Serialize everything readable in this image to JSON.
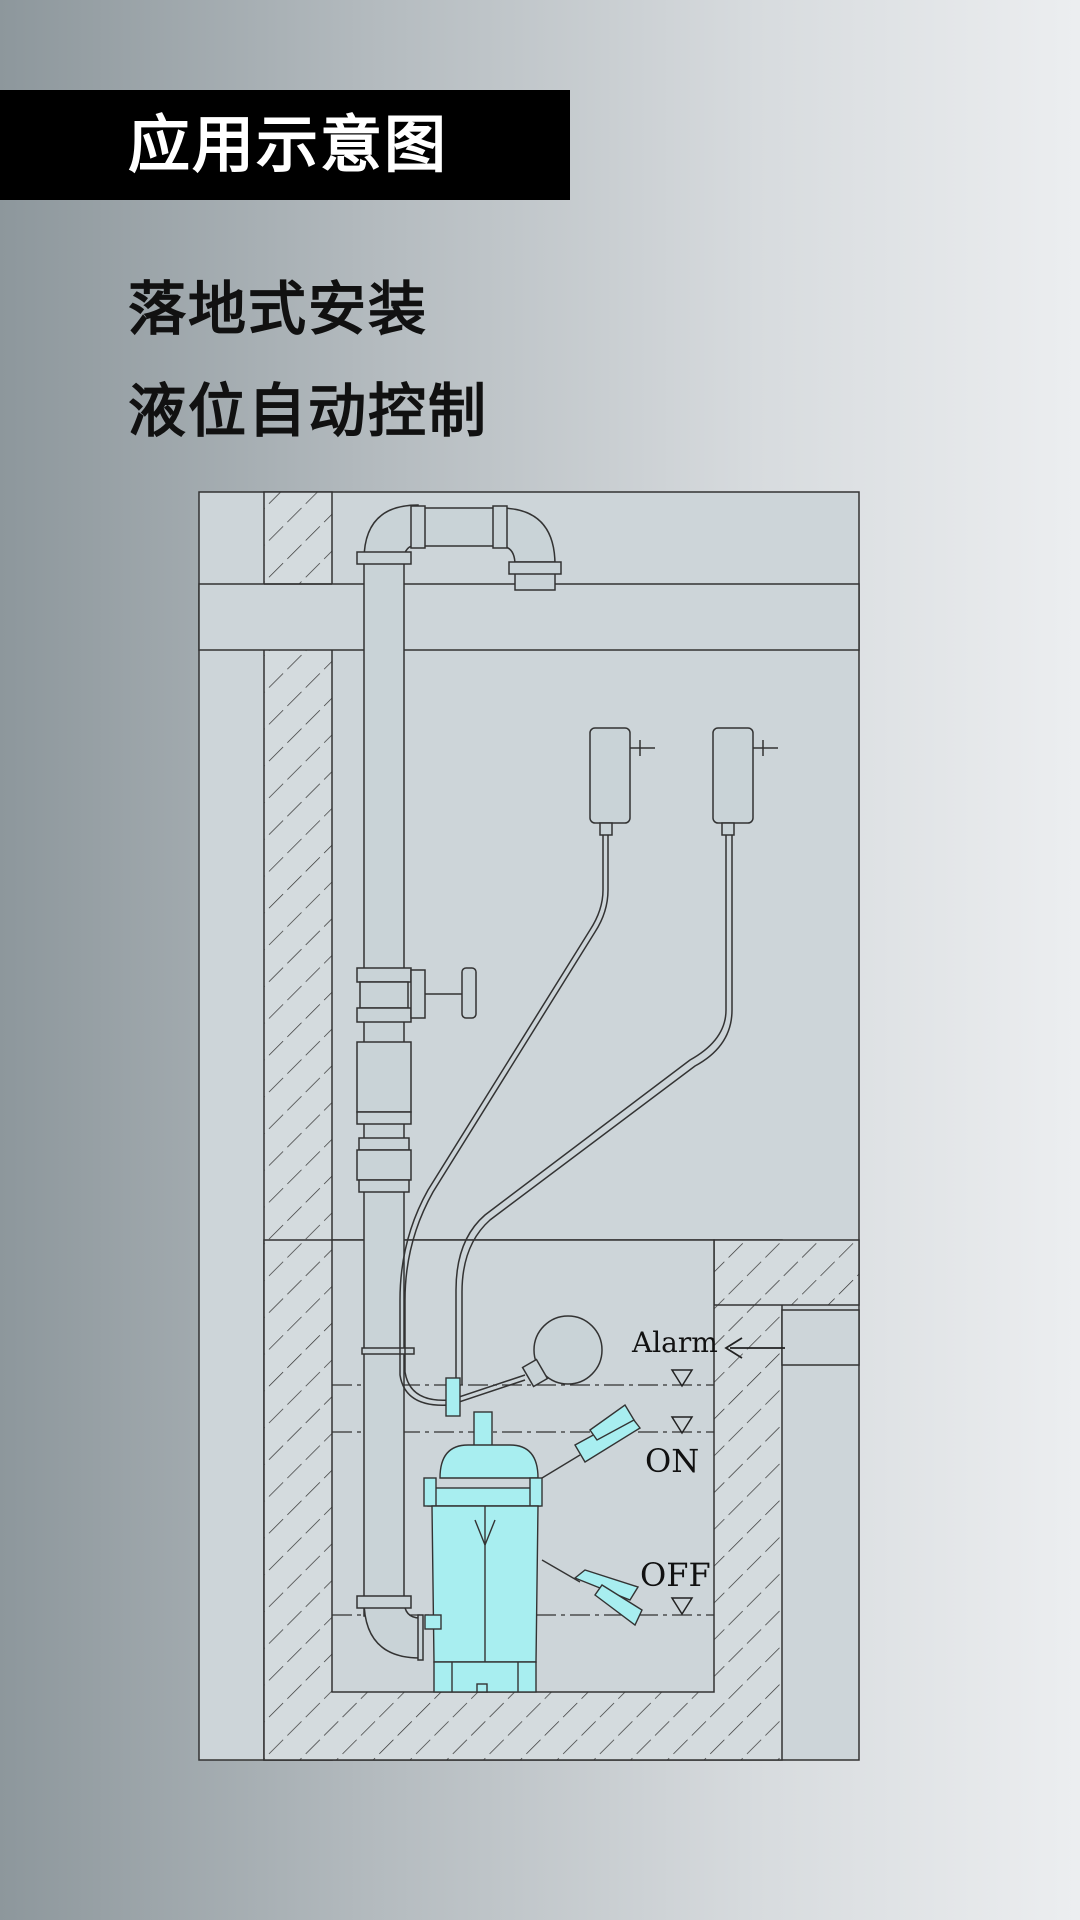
{
  "title": "应用示意图",
  "subtitles": [
    "落地式安装",
    "液位自动控制"
  ],
  "labels": {
    "alarm": "Alarm",
    "on": "ON",
    "off": "OFF"
  },
  "colors": {
    "pump": "#a8eef0",
    "pipe": "#c9d3d7",
    "line": "#2a2a2a",
    "banner": "#000000"
  },
  "icons": [
    "flow-arrow-icon",
    "level-marker-icon",
    "power-adapter-icon"
  ]
}
